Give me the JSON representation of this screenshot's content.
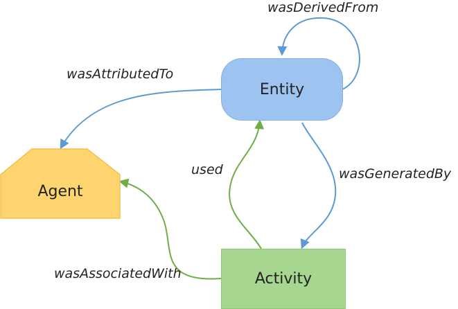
{
  "diagram": {
    "nodes": {
      "entity": {
        "label": "Entity",
        "color": "#9dc3f0"
      },
      "activity": {
        "label": "Activity",
        "color": "#a6d690"
      },
      "agent": {
        "label": "Agent",
        "color": "#fdd46d"
      }
    },
    "edges": {
      "was_derived_from": {
        "label": "wasDerivedFrom",
        "from": "Entity",
        "to": "Entity",
        "color": "#5b9bd5"
      },
      "was_attributed_to": {
        "label": "wasAttributedTo",
        "from": "Entity",
        "to": "Agent",
        "color": "#5b9bd5"
      },
      "used": {
        "label": "used",
        "from": "Activity",
        "to": "Entity",
        "color": "#70ad47"
      },
      "was_generated_by": {
        "label": "wasGeneratedBy",
        "from": "Entity",
        "to": "Activity",
        "color": "#5b9bd5"
      },
      "was_associated_with": {
        "label": "wasAssociatedWith",
        "from": "Activity",
        "to": "Agent",
        "color": "#70ad47"
      }
    }
  }
}
